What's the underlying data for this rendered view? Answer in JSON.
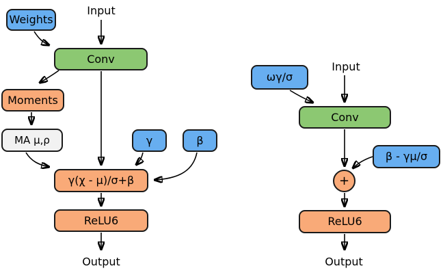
{
  "figure": {
    "background": "#ffffff",
    "colors": {
      "blue": "#67aef0",
      "green": "#8cc872",
      "orange": "#f9aa78",
      "gray": "#f2f2f2",
      "border": "#1a1a1a",
      "arrow": "#000000"
    },
    "left": {
      "input_label": "Input",
      "weights": "Weights",
      "conv": "Conv",
      "moments": "Moments",
      "moving_average": "MA μ,ρ",
      "gamma": "γ",
      "beta": "β",
      "batchnorm_formula": "γ(χ - μ)/σ+β",
      "relu": "ReLU6",
      "output_label": "Output"
    },
    "right": {
      "folded_weights": "ωγ/σ",
      "input_label": "Input",
      "conv": "Conv",
      "folded_bias": "β - γμ/σ",
      "add": "+",
      "relu": "ReLU6",
      "output_label": "Output"
    }
  }
}
